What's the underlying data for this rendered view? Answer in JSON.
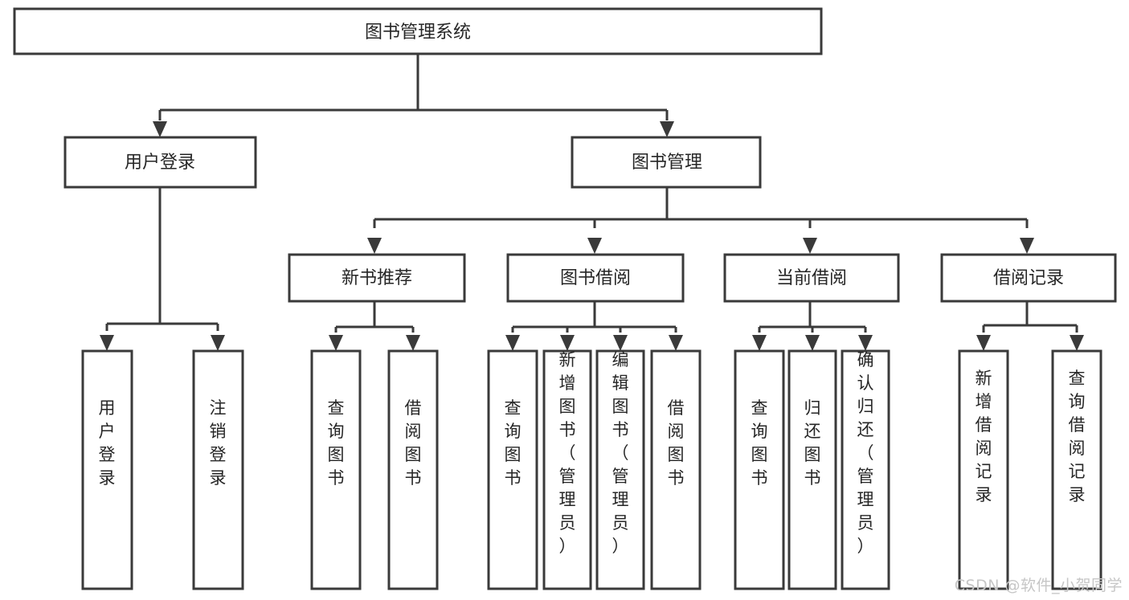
{
  "diagram": {
    "kind": "tree-hierarchy-chart",
    "title": "图书管理系统",
    "colors": {
      "box_stroke": "#3a3a3a",
      "box_fill": "#ffffff",
      "text": "#262626",
      "background": "#ffffff",
      "watermark": "#c6c6c6"
    },
    "root": {
      "label": "图书管理系统"
    },
    "level1": [
      {
        "label": "用户登录"
      },
      {
        "label": "图书管理"
      }
    ],
    "level2": [
      {
        "label": "新书推荐"
      },
      {
        "label": "图书借阅"
      },
      {
        "label": "当前借阅"
      },
      {
        "label": "借阅记录"
      }
    ],
    "leaves": {
      "user_login": [
        {
          "label": "用户登录"
        },
        {
          "label": "注销登录"
        }
      ],
      "new_book_recommend": [
        {
          "label": "查询图书"
        },
        {
          "label": "借阅图书"
        }
      ],
      "book_borrow": [
        {
          "label": "查询图书"
        },
        {
          "label": "新增图书（管理员）"
        },
        {
          "label": "编辑图书（管理员）"
        },
        {
          "label": "借阅图书"
        }
      ],
      "current_borrow": [
        {
          "label": "查询图书"
        },
        {
          "label": "归还图书"
        },
        {
          "label": "确认归还（管理员）"
        }
      ],
      "borrow_record": [
        {
          "label": "新增借阅记录"
        },
        {
          "label": "查询借阅记录"
        }
      ]
    }
  },
  "watermark": {
    "text": "CSDN @软件_小贺同学"
  }
}
